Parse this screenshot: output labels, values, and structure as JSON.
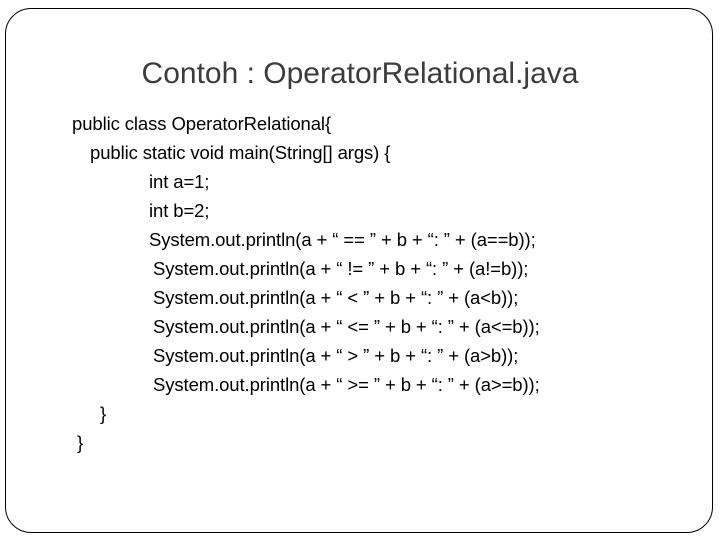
{
  "slide": {
    "title": "Contoh : OperatorRelational.java",
    "frame": {
      "border_color": "#000000",
      "corner_radius": "26px"
    },
    "title_color": "#3c3c3c",
    "code_color": "#000000",
    "background_color": "#ffffff"
  },
  "code": {
    "language": "java",
    "lines": [
      {
        "indent": 0,
        "text": "public class OperatorRelational{"
      },
      {
        "indent": 1,
        "text": "public static void main(String[] args) {"
      },
      {
        "indent": 2,
        "text": "int a=1;"
      },
      {
        "indent": 2,
        "text": "int b=2;"
      },
      {
        "indent": 2,
        "text": "System.out.println(a + “ == ” + b + “: ” + (a==b));"
      },
      {
        "indent": 3,
        "text": "System.out.println(a + “ != ” + b + “: ” + (a!=b));"
      },
      {
        "indent": 3,
        "text": "System.out.println(a + “ < ” + b + “: ” + (a<b));"
      },
      {
        "indent": 3,
        "text": "System.out.println(a + “ <= ” + b + “: ” + (a<=b));"
      },
      {
        "indent": 3,
        "text": "System.out.println(a + “ > ” + b + “: ” + (a>b));"
      },
      {
        "indent": 3,
        "text": "System.out.println(a + “ >= ” + b + “: ” + (a>=b));"
      },
      {
        "indent": 4,
        "text": "}"
      },
      {
        "indent": 5,
        "text": "}"
      }
    ]
  }
}
